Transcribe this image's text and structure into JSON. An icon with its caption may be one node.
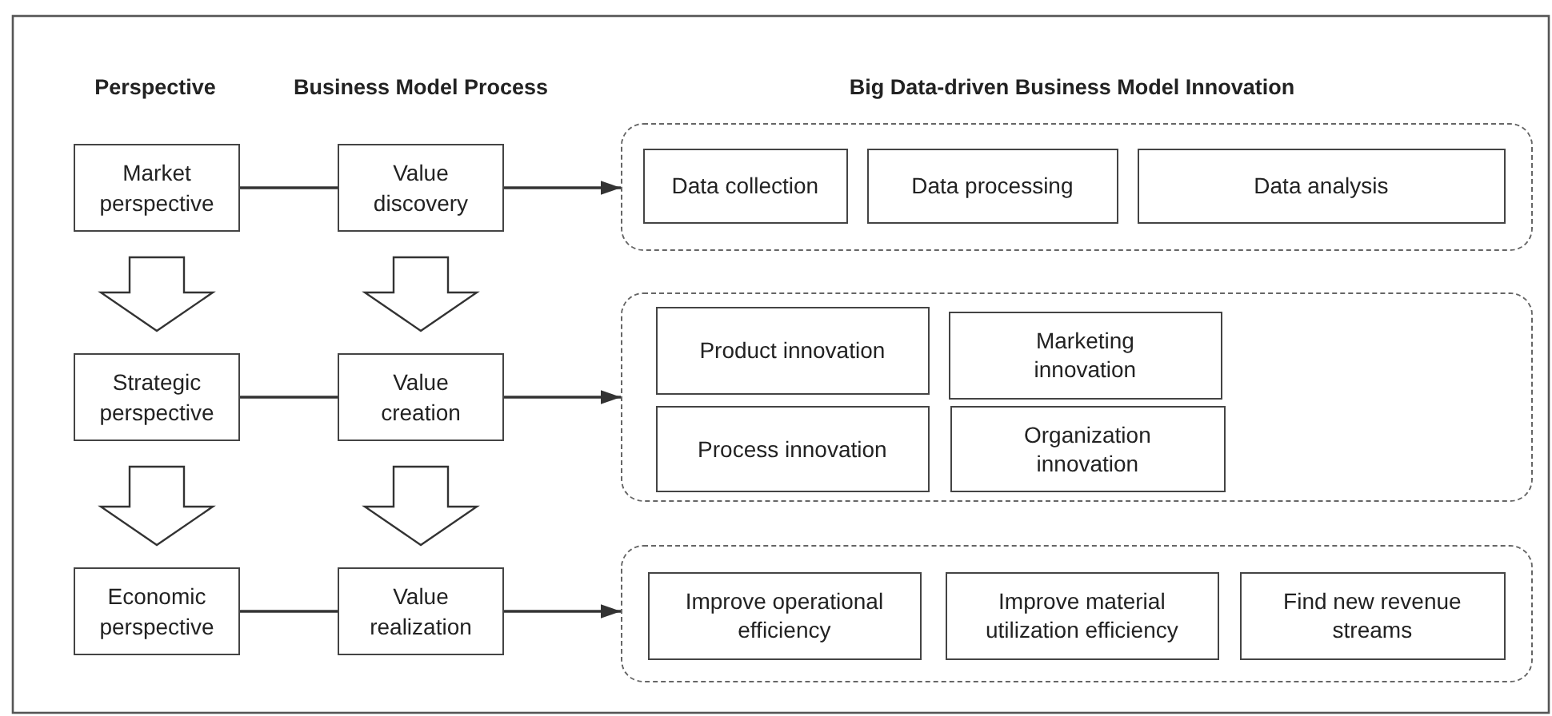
{
  "diagram": {
    "nodes": [
      {
        "text": [
          "Market perspective"
        ]
      },
      {
        "text": [
          "Value discovery"
        ]
      },
      {
        "text": [],
        "shape": "box"
      },
      {
        "text": [
          "Data collection"
        ],
        "in": 2
      },
      {
        "text": [
          "Data processing"
        ],
        "in": 2
      },
      {
        "text": [
          "Data analysis"
        ],
        "in": 2
      },
      {
        "text": [
          "Strategic perspective"
        ]
      },
      {
        "text": [
          "Value creation"
        ]
      },
      {
        "text": [],
        "shape": "box"
      },
      {
        "text": [
          "Product innovation"
        ],
        "in": 8
      },
      {
        "text": [
          "Marketing innovation"
        ],
        "in": 8
      },
      {
        "text": [
          "Process innovation"
        ],
        "in": 8
      },
      {
        "text": [
          "Organization innovation"
        ],
        "in": 8
      },
      {
        "text": [
          "Economic perspective"
        ]
      },
      {
        "text": [
          "Value realization"
        ]
      },
      {
        "text": [],
        "shape": "box"
      },
      {
        "text": [
          "Improve operational efficiency"
        ],
        "in": 15
      },
      {
        "text": [
          "Improve material utilization efficiency"
        ],
        "in": 15
      },
      {
        "text": [
          "Find new revenue streams"
        ],
        "in": 15
      }
    ],
    "edges": [
      {
        "from": 0,
        "to": 1,
        "arrow": "none"
      },
      {
        "from": 1,
        "to": 2,
        "arrow": "to"
      },
      {
        "from": 6,
        "to": 7,
        "arrow": "none"
      },
      {
        "from": 7,
        "to": 8,
        "arrow": "to"
      },
      {
        "from": 13,
        "to": 14,
        "arrow": "none"
      },
      {
        "from": 14,
        "to": 15,
        "arrow": "to"
      },
      {
        "from": 0,
        "to": 6,
        "arrow": "to",
        "style": "thick"
      },
      {
        "from": 1,
        "to": 7,
        "arrow": "to",
        "style": "thick"
      },
      {
        "from": 6,
        "to": 13,
        "arrow": "to",
        "style": "thick"
      },
      {
        "from": 7,
        "to": 14,
        "arrow": "to",
        "style": "thick"
      }
    ],
    "labels": [
      "Perspective",
      "Business Model Process",
      "Big Data-driven Business Model Innovation"
    ]
  }
}
